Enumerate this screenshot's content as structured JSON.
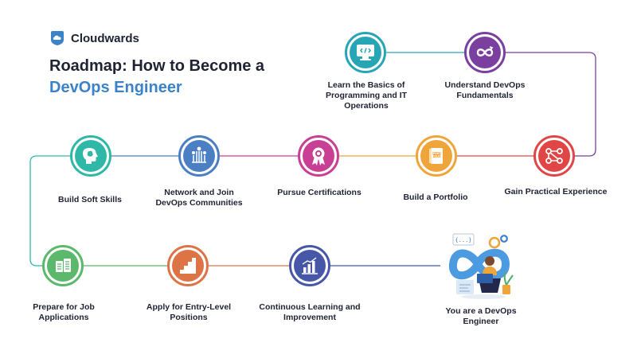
{
  "brand": {
    "name": "Cloudwards",
    "color": "#3b82c9"
  },
  "title": {
    "line1": "Roadmap: How to Become a",
    "line2": "DevOps Engineer"
  },
  "steps": [
    {
      "label": "Learn the Basics of Programming and IT Operations",
      "icon": "code-monitor-icon",
      "color": "#26a6b5"
    },
    {
      "label": "Understand DevOps Fundamentals",
      "icon": "infinity-loop-icon",
      "color": "#7b3fa0"
    },
    {
      "label": "Gain Practical Experience",
      "icon": "workflow-icon",
      "color": "#e04646"
    },
    {
      "label": "Build a Portfolio",
      "icon": "portfolio-book-icon",
      "color": "#f0a53a"
    },
    {
      "label": "Pursue Certifications",
      "icon": "award-ribbon-icon",
      "color": "#c93f93"
    },
    {
      "label": "Network and Join DevOps Communities",
      "icon": "network-icon",
      "color": "#4b7fc4"
    },
    {
      "label": "Build Soft Skills",
      "icon": "head-brain-icon",
      "color": "#2fb7a8"
    },
    {
      "label": "Prepare for Job Applications",
      "icon": "documents-icon",
      "color": "#5cb86a"
    },
    {
      "label": "Apply for Entry-Level Positions",
      "icon": "stairs-icon",
      "color": "#dd7446"
    },
    {
      "label": "Continuous Learning and Improvement",
      "icon": "bar-chart-icon",
      "color": "#4657a8"
    },
    {
      "label": "You are a DevOps Engineer",
      "icon": "devops-engineer-illustration",
      "color": "#3b82c9"
    }
  ],
  "illustration_text": {
    "card_text": "{...}",
    "portfolio_text": "PORT FOLIO"
  }
}
